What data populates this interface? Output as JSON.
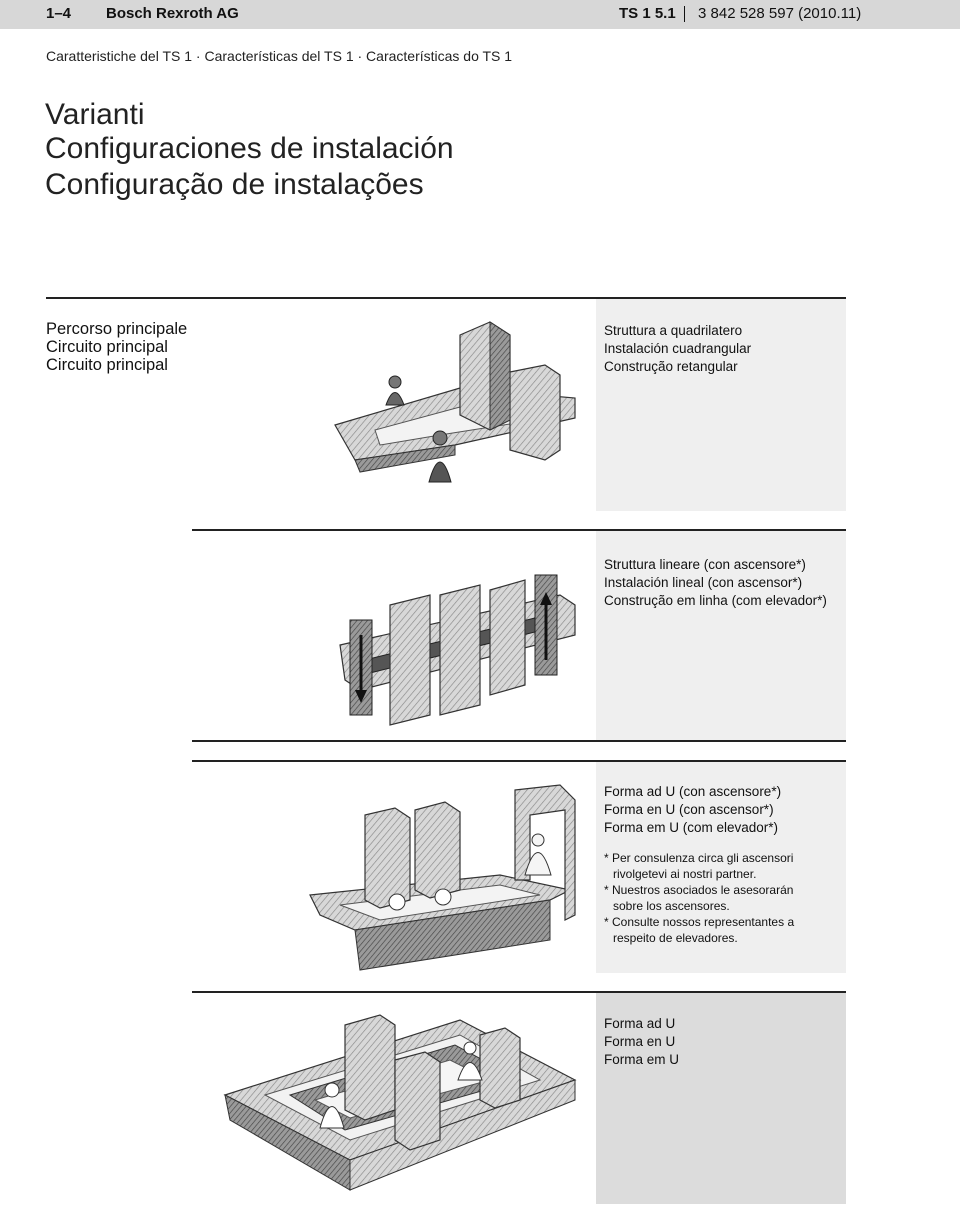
{
  "header": {
    "page_number": "1–4",
    "company": "Bosch Rexroth AG",
    "product_code": "TS 1 5.1",
    "document_number": "3 842 528 597 (2010.11)"
  },
  "subtitle": "Caratteristiche del TS 1 · Características del TS 1 · Características do TS 1",
  "titles": [
    "Varianti",
    "Configuraciones de instalación",
    "Configuração de instalações"
  ],
  "section_label": [
    "Percorso principale",
    "Circuito principal",
    "Circuito principal"
  ],
  "variants": [
    {
      "lines": [
        "Struttura a quadrilatero",
        "Instalación cuadrangular",
        "Construção retangular"
      ]
    },
    {
      "lines": [
        "Struttura lineare (con ascensore*)",
        "Instalación lineal (con ascensor*)",
        "Construção em linha (com elevador*)"
      ]
    },
    {
      "lines": [
        "Forma ad U (con ascensore*)",
        "Forma en U (con ascensor*)",
        "Forma em U (com elevador*)"
      ],
      "notes": [
        [
          "* Per consulenza circa gli ascensori",
          "rivolgetevi ai nostri partner."
        ],
        [
          "* Nuestros asociados le asesorarán",
          "sobre los ascensores."
        ],
        [
          "* Consulte nossos representantes a",
          "respeito de elevadores."
        ]
      ]
    },
    {
      "lines": [
        "Forma ad U",
        "Forma en U",
        "Forma em U"
      ]
    }
  ],
  "colors": {
    "header_bg": "#d7d7d7",
    "panel_bg": "#efefef",
    "panel_dark_bg": "#dcdcdc"
  }
}
